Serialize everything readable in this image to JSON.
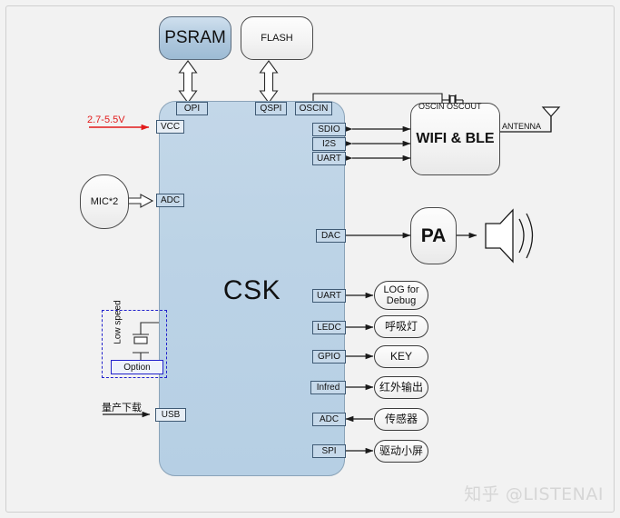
{
  "diagram": {
    "title": "CSK chip block diagram",
    "chip": {
      "name": "CSK",
      "color": "#b6cfe4"
    },
    "memories": [
      {
        "id": "psram",
        "label": "PSRAM",
        "bus": "OPI",
        "style": "blue"
      },
      {
        "id": "flash",
        "label": "FLASH",
        "bus": "QSPI",
        "style": "white"
      }
    ],
    "power": {
      "label": "2.7-5.5V",
      "pin": "VCC",
      "color": "#e21b1b"
    },
    "audio_in": {
      "label": "MIC*2",
      "pin": "ADC"
    },
    "oscillator": {
      "chip_pin": "OSCIN",
      "module_pins": "OSCIN  OSCOUT"
    },
    "wireless": {
      "label": "WIFI & BLE",
      "antenna_label": "ANTENNA",
      "buses": [
        {
          "pin": "SDIO",
          "direction": "bidirectional"
        },
        {
          "pin": "I2S",
          "direction": "bidirectional"
        },
        {
          "pin": "UART",
          "direction": "bidirectional"
        }
      ]
    },
    "audio_out": {
      "pin": "DAC",
      "amplifier": "PA",
      "speaker": "speaker"
    },
    "peripherals": [
      {
        "pin": "UART",
        "label": "LOG for\nDebug",
        "label_line1": "LOG for",
        "label_line2": "Debug",
        "direction": "out"
      },
      {
        "pin": "LEDC",
        "label": "呼吸灯",
        "direction": "out"
      },
      {
        "pin": "GPIO",
        "label": "KEY",
        "direction": "out"
      },
      {
        "pin": "Infred",
        "label": "红外输出",
        "direction": "out"
      },
      {
        "pin": "ADC",
        "label": "传感器",
        "direction": "in"
      },
      {
        "pin": "SPI",
        "label": "驱动小屏",
        "direction": "out"
      }
    ],
    "download": {
      "label": "量产下载",
      "pin": "USB"
    },
    "low_speed_option": {
      "label": "Low speed",
      "option_label": "Option"
    },
    "watermark": "知乎 @LISTENAI"
  }
}
